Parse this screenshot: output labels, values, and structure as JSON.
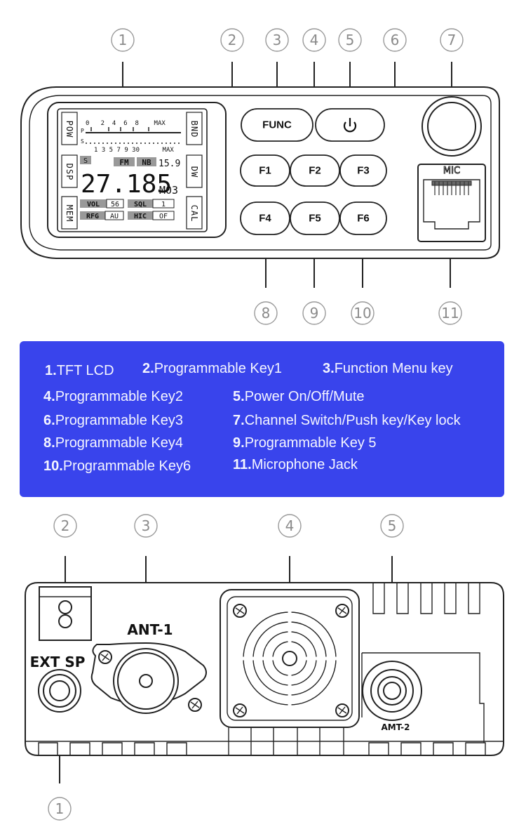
{
  "front_panel": {
    "callouts": [
      "1",
      "2",
      "3",
      "4",
      "5",
      "6",
      "7",
      "8",
      "9",
      "10",
      "11"
    ],
    "keys": {
      "func": "FUNC",
      "f1": "F1",
      "f2": "F2",
      "f3": "F3",
      "f4": "F4",
      "f5": "F5",
      "f6": "F6"
    },
    "mic_label": "MIC",
    "lcd": {
      "side_left": [
        "POW",
        "DSP",
        "MEM"
      ],
      "side_right": [
        "BND",
        "DW",
        "CAL"
      ],
      "scale_top": "0   2  4  6  8    MAX",
      "scale_bottom": "1 3 5 7 9 30      MAX",
      "p_label": "P",
      "s_label": "S",
      "s_badge": "S",
      "fm_badge": "FM",
      "nb_badge": "NB",
      "nb_value": "15.9",
      "frequency": "27.185",
      "channel": "M03",
      "vol_label": "VOL",
      "vol_value": "56",
      "sql_label": "SQL",
      "sql_value": "1",
      "rfg_label": "RFG",
      "rfg_value": "AU",
      "hic_label": "HIC",
      "hic_value": "OF"
    }
  },
  "legend": {
    "items": [
      {
        "num": "1.",
        "text": "TFT LCD"
      },
      {
        "num": "2.",
        "text": "Programmable Key1"
      },
      {
        "num": "3.",
        "text": "Function Menu key"
      },
      {
        "num": "4.",
        "text": "Programmable Key2"
      },
      {
        "num": "5.",
        "text": "Power On/Off/Mute"
      },
      {
        "num": "6.",
        "text": "Programmable Key3"
      },
      {
        "num": "7.",
        "text": "Channel Switch/Push key/Key lock"
      },
      {
        "num": "8.",
        "text": "Programmable Key4"
      },
      {
        "num": "9.",
        "text": "Programmable Key 5"
      },
      {
        "num": "10.",
        "text": "Programmable Key6"
      },
      {
        "num": "11.",
        "text": "Microphone Jack"
      }
    ],
    "background": "#3944ec"
  },
  "rear_panel": {
    "callouts": [
      "2",
      "3",
      "4",
      "5",
      "1"
    ],
    "ant1_label": "ANT-1",
    "ext_sp_label": "EXT SP",
    "amt2_label": "AMT-2"
  },
  "colors": {
    "line": "#222222",
    "callout": "#8a8a8a"
  },
  "icons": [
    "power-icon"
  ]
}
